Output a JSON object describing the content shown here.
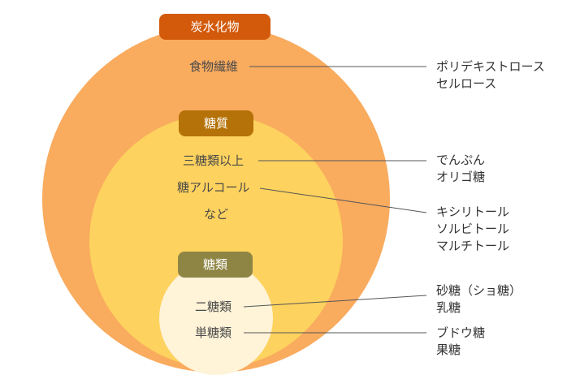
{
  "colors": {
    "outer_circle": "#f9ab5e",
    "middle_circle": "#fdd25e",
    "inner_circle": "#fff3d8",
    "badge_carbohydrate": "#d25a0a",
    "badge_saccharide": "#b57208",
    "badge_sugar": "#8e8545",
    "connector": "#555555"
  },
  "badges": {
    "carbohydrate": "炭水化物",
    "saccharide": "糖質",
    "sugar": "糖類"
  },
  "labels": {
    "fiber": "食物繊維",
    "trisaccharide": "三糖類以上",
    "sugar_alcohol": "糖アルコール",
    "etc": "など",
    "disaccharide": "二糖類",
    "monosaccharide": "単糖類"
  },
  "examples": {
    "fiber": "ポリデキストロース\nセルロース",
    "trisaccharide": "でんぷん\nオリゴ糖",
    "sugar_alcohol": "キシリトール\nソルビトール\nマルチトール",
    "disaccharide": "砂糖（ショ糖）\n乳糖",
    "monosaccharide": "ブドウ糖\n果糖"
  }
}
